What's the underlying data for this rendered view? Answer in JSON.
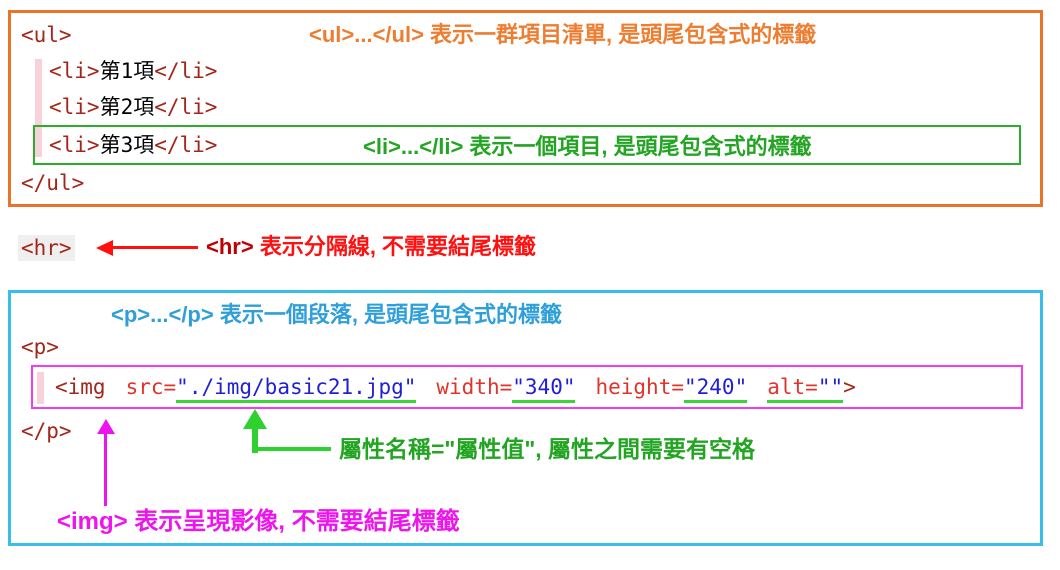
{
  "colors": {
    "orange": "#ED7D31",
    "green": "#23A423",
    "bright_green": "#3BD435",
    "blue": "#2E9FD9",
    "red": "#FF1010",
    "magenta": "#EE14EE",
    "cyan_border": "#38BEE8",
    "tag_maroon": "#A3261A",
    "attr_name_red": "#E0342B",
    "attr_value_blue": "#1F1FD6"
  },
  "ul_block": {
    "ul_open": "<ul>",
    "annotation": "<ul>...</ul> 表示一群項目清單, 是頭尾包含式的標籤",
    "items": [
      {
        "open": "<li>",
        "text": "第1項",
        "close": "</li>"
      },
      {
        "open": "<li>",
        "text": "第2項",
        "close": "</li>"
      },
      {
        "open": "<li>",
        "text": "第3項",
        "close": "</li>"
      }
    ],
    "li_annotation": "<li>...</li> 表示一個項目, 是頭尾包含式的標籤",
    "ul_close": "</ul>"
  },
  "hr_block": {
    "code": "<hr>",
    "annotation_tag": "<hr>",
    "annotation_text": " 表示分隔線, 不需要結尾標籤"
  },
  "p_block": {
    "p_annotation": "<p>...</p> 表示一個段落, 是頭尾包含式的標籤",
    "p_open": "<p>",
    "img": {
      "tag_open": "<img",
      "attrs": [
        {
          "name": "src",
          "eq": "=",
          "value": "\"./img/basic21.jpg\""
        },
        {
          "name": "width",
          "eq": "=",
          "value": "\"340\""
        },
        {
          "name": "height",
          "eq": "=",
          "value": "\"240\""
        },
        {
          "name": "alt",
          "eq": "=",
          "value": "\"\""
        }
      ],
      "tag_close": ">"
    },
    "p_close": "</p>",
    "attr_annotation": "屬性名稱=\"屬性值\", 屬性之間需要有空格",
    "img_annotation": "<img> 表示呈現影像, 不需要結尾標籤"
  }
}
